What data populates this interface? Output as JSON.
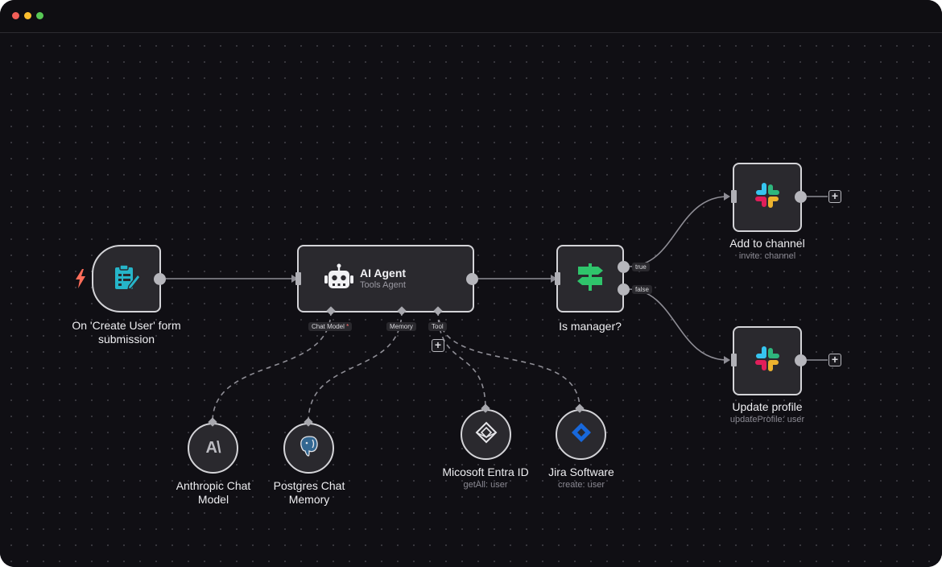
{
  "window": {
    "controls": [
      "close",
      "minimize",
      "maximize"
    ]
  },
  "nodes": {
    "trigger": {
      "label": "On 'Create User' form submission",
      "icon": "form-icon",
      "trigger_icon": "lightning-bolt-icon"
    },
    "agent": {
      "title": "AI Agent",
      "subtitle": "Tools Agent",
      "icon": "robot-icon",
      "ports": {
        "chat_model": "Chat Model",
        "chat_model_required": "*",
        "memory": "Memory",
        "tool": "Tool"
      }
    },
    "if": {
      "label": "Is manager?",
      "icon": "signpost-icon",
      "outputs": {
        "true": "true",
        "false": "false"
      }
    },
    "slack_add": {
      "label": "Add to channel",
      "sublabel": "invite: channel",
      "icon": "slack-icon"
    },
    "slack_update": {
      "label": "Update profile",
      "sublabel": "updateProfile: user",
      "icon": "slack-icon"
    },
    "anthropic": {
      "label": "Anthropic Chat Model",
      "icon": "anthropic-icon",
      "icon_text": "A\\"
    },
    "postgres": {
      "label": "Postgres Chat Memory",
      "icon": "postgres-elephant-icon"
    },
    "entra": {
      "label": "Micosoft Entra ID",
      "sublabel": "getAll: user",
      "icon": "entra-id-icon"
    },
    "jira": {
      "label": "Jira Software",
      "sublabel": "create: user",
      "icon": "jira-icon"
    }
  },
  "colors": {
    "canvas": "#100f14",
    "node_bg": "#2a292e",
    "node_border": "#d4d4d8",
    "form_icon": "#26b5c9",
    "if_icon": "#2fc46b",
    "jira": "#1868db",
    "trigger_bolt": "#ff6d5a"
  }
}
